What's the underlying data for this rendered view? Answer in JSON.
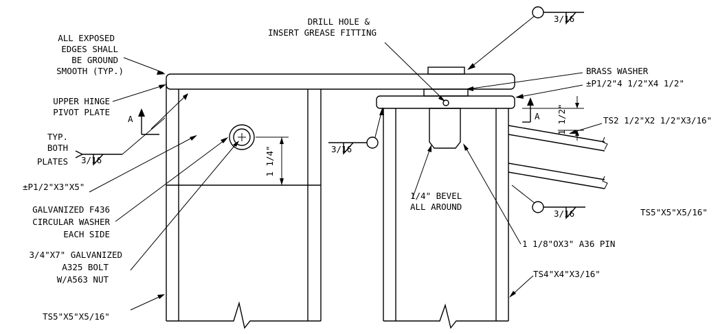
{
  "labels": {
    "exposed_edges": [
      "ALL EXPOSED",
      "EDGES SHALL",
      "BE GROUND",
      "SMOOTH (TYP.)"
    ],
    "upper_hinge": [
      "UPPER HINGE",
      "PIVOT PLATE"
    ],
    "section_mark_left": "A",
    "section_mark_right": "A",
    "typ_both": [
      "TYP.",
      "BOTH",
      "PLATES"
    ],
    "plate": "±P1/2\"X3\"X5\"",
    "washer": [
      "GALVANIZED F436",
      "CIRCULAR WASHER",
      "EACH SIDE"
    ],
    "bolt": [
      "3/4\"X7\" GALVANIZED",
      "A325 BOLT",
      "W/A563 NUT"
    ],
    "ts_left": "TS5\"X5\"X5/16\"",
    "drill_hole": [
      "DRILL HOLE &",
      "INSERT GREASE FITTING"
    ],
    "brass_washer": [
      "BRASS WASHER",
      "±P1/2\"4 1/2\"X4 1/2\""
    ],
    "ts_diag": "TS2 1/2\"X2 1/2\"X3/16\"",
    "bevel": [
      "1/4\" BEVEL",
      "ALL AROUND"
    ],
    "pin": "1 1/8\"OX3\" A36 PIN",
    "ts_mid": "TS4\"X4\"X3/16\"",
    "ts_right": "TS5\"X5\"X5/16\"",
    "weld_top": "3/16",
    "weld_mid": "3/16",
    "weld_right": "3/16",
    "weld_left": "3/16",
    "dim_vert": "1 1/2\"",
    "dim_bolt": "1 1/4\""
  }
}
